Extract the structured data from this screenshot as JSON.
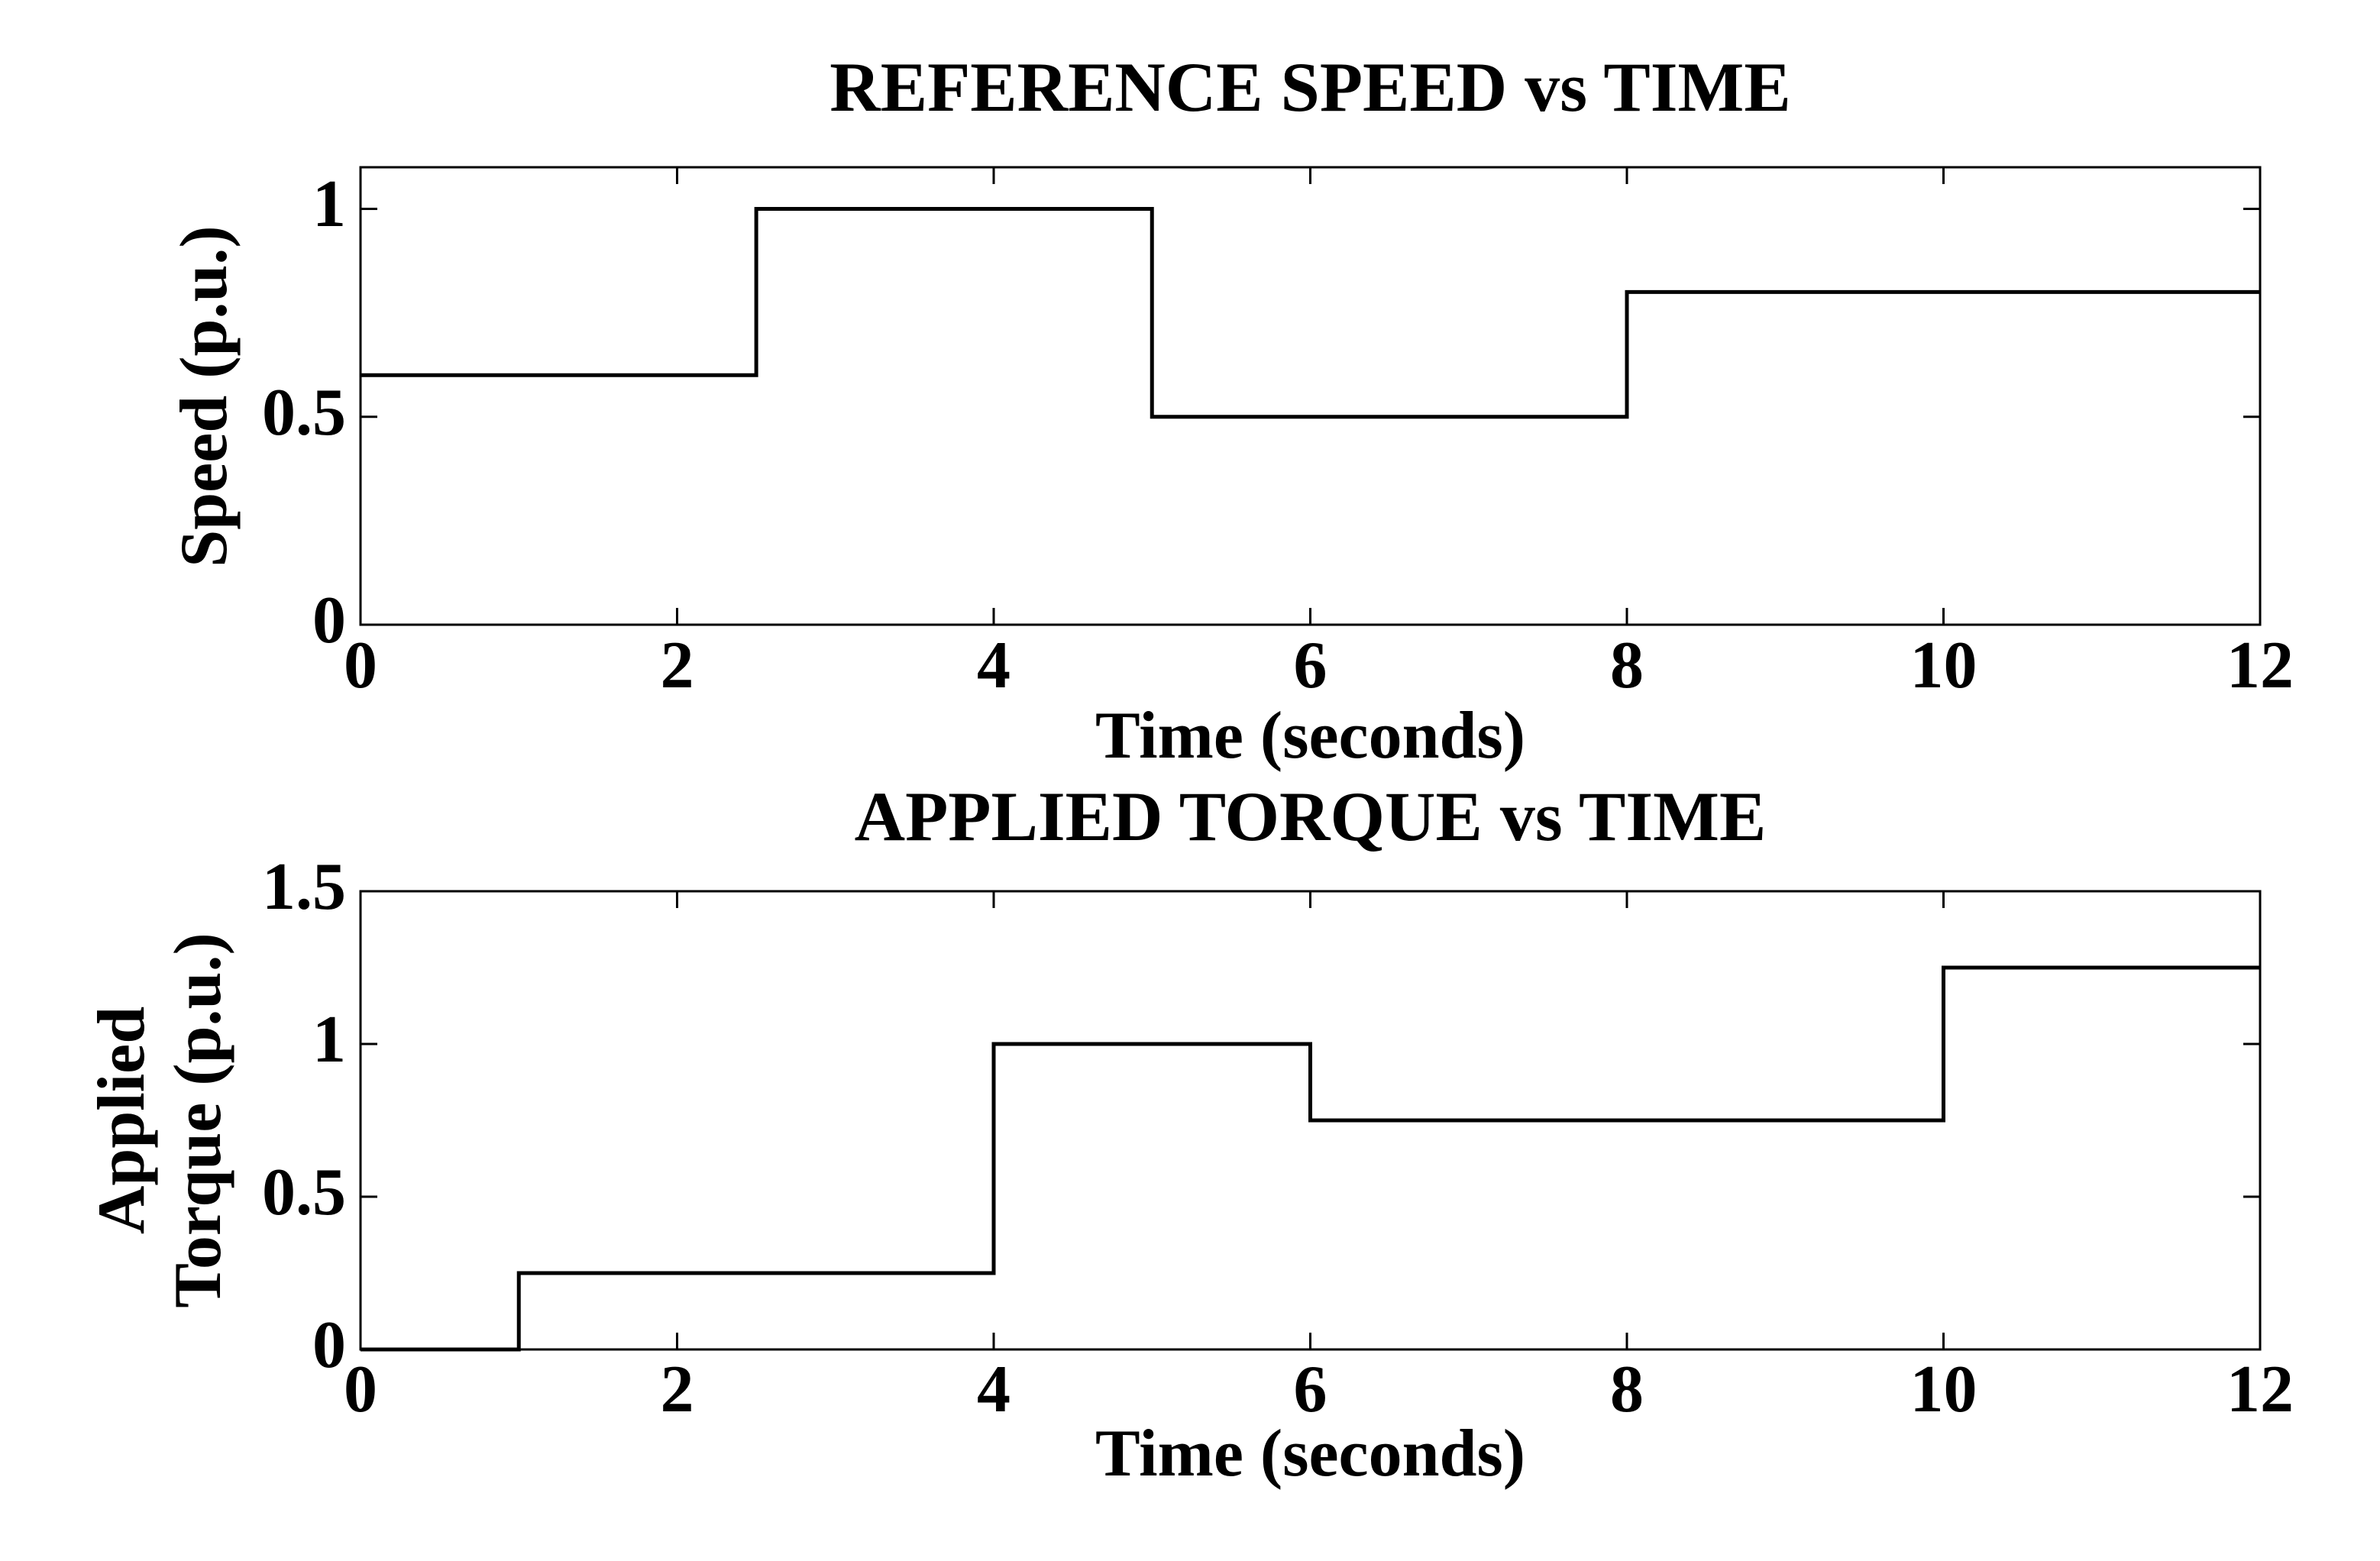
{
  "figure": {
    "background": "#ffffff",
    "axis_color": "#000000",
    "text_color": "#000000",
    "line_color": "#000000"
  },
  "chart_data": [
    {
      "type": "line",
      "line_style": "step-post",
      "title": "REFERENCE SPEED vs TIME",
      "xlabel": "Time (seconds)",
      "ylabel": "Speed (p.u.)",
      "xlim": [
        0,
        12
      ],
      "ylim": [
        0,
        1.1
      ],
      "xticks": [
        0,
        2,
        4,
        6,
        8,
        10,
        12
      ],
      "yticks": [
        0,
        0.5,
        1
      ],
      "xtick_labels": [
        "0",
        "2",
        "4",
        "6",
        "8",
        "10",
        "12"
      ],
      "ytick_labels": [
        "0",
        "0.5",
        "1"
      ],
      "grid": false,
      "legend": false,
      "series": [
        {
          "name": "reference speed",
          "color": "#000000",
          "breakpoints_x": [
            0,
            2.5,
            5,
            8,
            12
          ],
          "levels_y": [
            0.6,
            1.0,
            0.5,
            0.8
          ]
        }
      ]
    },
    {
      "type": "line",
      "line_style": "step-post",
      "title": "APPLIED TORQUE vs TIME",
      "xlabel": "Time (seconds)",
      "ylabel": "Applied\nTorque (p.u.)",
      "xlim": [
        0,
        12
      ],
      "ylim": [
        0,
        1.5
      ],
      "xticks": [
        0,
        2,
        4,
        6,
        8,
        10,
        12
      ],
      "yticks": [
        0,
        0.5,
        1,
        1.5
      ],
      "xtick_labels": [
        "0",
        "2",
        "4",
        "6",
        "8",
        "10",
        "12"
      ],
      "ytick_labels": [
        "0",
        "0.5",
        "1",
        "1.5"
      ],
      "grid": false,
      "legend": false,
      "series": [
        {
          "name": "applied torque",
          "color": "#000000",
          "breakpoints_x": [
            0,
            1,
            4,
            6,
            10,
            12
          ],
          "levels_y": [
            0,
            0.25,
            1.0,
            0.75,
            1.25
          ]
        }
      ]
    }
  ]
}
